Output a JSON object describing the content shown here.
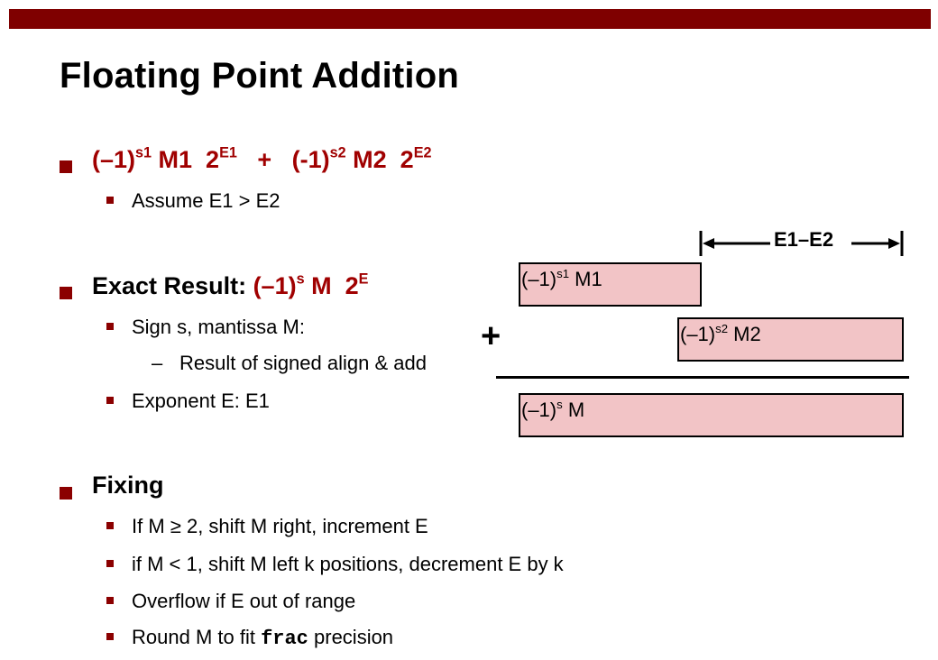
{
  "slide": {
    "title": "Floating Point Addition"
  },
  "formula": {
    "t1": "(–1)",
    "s1": "s1",
    "t2": " M1  2",
    "e1": "E1",
    "t3": "   +   (-1)",
    "s2": "s2",
    "t4": " M2  2",
    "e2": "E2"
  },
  "assume": "Assume E1 > E2",
  "exact": {
    "label": "Exact Result: ",
    "t1": "(–1)",
    "s": "s",
    "t2": " M  2",
    "e": "E"
  },
  "sign_line": "Sign s, mantissa M:",
  "result_line": "Result of signed align & add",
  "dash": "–",
  "exponent_line": "Exponent E:  E1",
  "fixing": {
    "label": "Fixing",
    "items": [
      "If M ≥ 2, shift M right, increment E",
      "if M < 1, shift M left k positions, decrement E by k",
      "Overflow if E out of range"
    ],
    "round_pre": "Round M to fit ",
    "round_code": "frac",
    "round_post": " precision"
  },
  "diagram": {
    "shift_label": "E1–E2",
    "box1": {
      "t": "(–1)",
      "sup": "s1",
      "m": " M1"
    },
    "box2": {
      "t": "(–1)",
      "sup": "s2",
      "m": " M2"
    },
    "box3": {
      "t": "(–1)",
      "sup": "s",
      "m": " M"
    },
    "plus": "+"
  },
  "colors": {
    "bar": "#7f0000",
    "accent": "#a00000",
    "box_fill": "#f2c4c6"
  }
}
